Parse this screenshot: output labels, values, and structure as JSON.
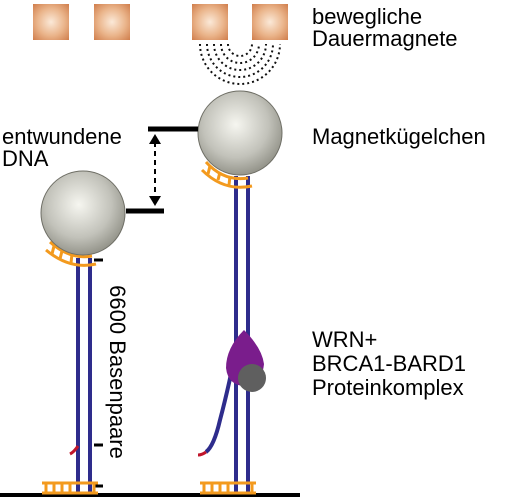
{
  "labels": {
    "magnets_line1": "bewegliche",
    "magnets_line2": "Dauermagnete",
    "unwound_line1": "entwundene",
    "unwound_line2": "DNA",
    "bead": "Magnetkügelchen",
    "complex_line1": "WRN+",
    "complex_line2": "BRCA1-BARD1",
    "complex_line3": "Proteinkomplex",
    "basepairs": "6600 Basenpaare"
  },
  "colors": {
    "magnet_light": "#f3d2b4",
    "magnet_dark": "#d98b5a",
    "bead_light": "#f4f4ee",
    "bead_dark": "#8e8e84",
    "dna_blue": "#2e2c8c",
    "anchor_orange": "#f39a1e",
    "dna_red": "#c0152a",
    "protein_purple": "#7a1d8c",
    "protein_gray": "#5f5f5f"
  }
}
